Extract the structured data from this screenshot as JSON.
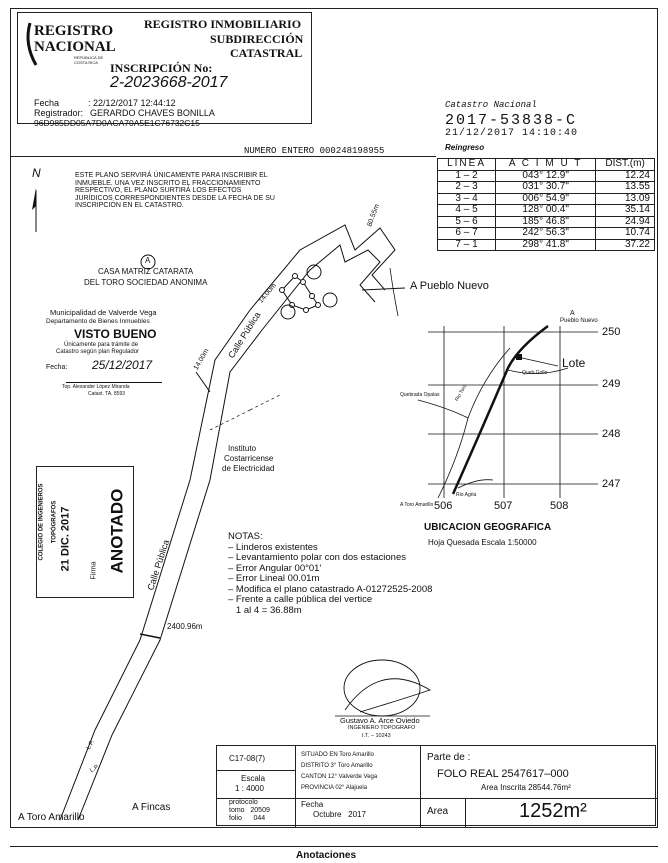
{
  "header": {
    "logo_top": "REGISTRO",
    "logo_bottom": "NACIONAL",
    "logo_sub1": "REPÚBLICA DE",
    "logo_sub2": "COSTA RICA",
    "registry_line1": "REGISTRO INMOBILIARIO",
    "registry_line2": "SUBDIRECCIÓN",
    "registry_line3": "CATASTRAL",
    "inscription_label": "INSCRIPCIÓN No:",
    "inscription_number": "2-2023668-2017",
    "date_label": "Fecha",
    "date_value": ": 22/12/2017 12:44:12",
    "registrar_label": "Registrador:",
    "registrar_value": "GERARDO CHAVES BONILLA",
    "hash": "96D985DD05A7D0ACA70A5E1C76732C15"
  },
  "catastro": {
    "label": "Catastro Nacional",
    "number": "2017-53838-C",
    "timestamp": "21/12/2017 14:10:40",
    "status": "Reingreso"
  },
  "numero_entero": "NUMERO ENTERO 000248198955",
  "notice": [
    "ESTE PLANO SERVIRÁ ÚNICAMENTE PARA INSCRIBIR EL",
    "INMUEBLE. UNA VEZ INSCRITO EL FRACCIONAMIENTO",
    "RESPECTIVO, EL PLANO SURTIRÁ LOS EFECTOS",
    "JURÍDICOS CORRESPONDIENTES DESDE LA FECHA DE SU",
    "INSCRIPCIÓN EN EL CATASTRO."
  ],
  "coords_table": {
    "headers": [
      "LINEA",
      "A C I M U T",
      "DIST.(m)"
    ],
    "rows": [
      [
        "1 – 2",
        "043°  12.9\"",
        "12.24"
      ],
      [
        "2 – 3",
        "031°  30.7\"",
        "13.55"
      ],
      [
        "3 – 4",
        "006°  54.9\"",
        "13.09"
      ],
      [
        "4 – 5",
        "128°  00.4\"",
        "35.14"
      ],
      [
        "5 – 6",
        "185°  46.8\"",
        "24.94"
      ],
      [
        "6 – 7",
        "242°  56.3\"",
        "10.74"
      ],
      [
        "7 – 1",
        "298°  41.8\"",
        "37.22"
      ]
    ]
  },
  "map_labels": {
    "north": "N",
    "owner_line1": "CASA MATRIZ CATARATA",
    "owner_line2": "DEL TORO SOCIEDAD ANONIMA",
    "owner_marker": "A",
    "instituto_line1": "Instituto",
    "instituto_line2": "Costarricense",
    "instituto_line3": "de Electricidad",
    "calle_publica": "Calle Pública",
    "calle_publica_lower": "Calle Pública",
    "dist_upper": "14.00m",
    "dist_road": "14.00m",
    "dist_long": "2400.96m",
    "dist_east": "80.55m",
    "pueblo_nuevo": "A  Pueblo  Nuevo",
    "toro_amarillo": "A  Toro  Amarillo",
    "fincas": "A  Fincas",
    "lp1": "L.P.",
    "lp2": "L.P."
  },
  "muni_stamp": {
    "line1": "Municipalidad de Valverde Vega",
    "line2": "Departamento de Bienes Inmuebles",
    "title": "VISTO BUENO",
    "line3": "Únicamente para trámite de",
    "line4": "Catastro según plan Regulador",
    "fecha_label": "Fecha:",
    "fecha_value": "25/12/2017",
    "signer": "Top. Alexander López Miranda",
    "code": "Catast. TA. 8593"
  },
  "colegio_stamp": {
    "line1": "COLEGIO DE INGENIEROS",
    "line2": "TOPÓGRAFOS",
    "date": "21 DIC. 2017",
    "anotado": "ANOTADO",
    "firma": "Firma"
  },
  "location_map": {
    "top_label": "A",
    "top_label2": "Pueblo Nuevo",
    "y_labels": [
      "250",
      "249",
      "248",
      "247"
    ],
    "x_labels": [
      "506",
      "507",
      "508"
    ],
    "lote": "Lote",
    "queb_gollo": "Queb.Gollo",
    "quebrada_opalas": "Quebrada Opalas",
    "rio_toro": "Rio Toro",
    "rio_agria": "Rio Agria",
    "toro_amarillo": "A Toro Amarillo",
    "title": "UBICACION GEOGRAFICA",
    "subtitle": "Hoja Quesada Escala 1:50000"
  },
  "notes": {
    "title": "NOTAS:",
    "items": [
      "– Linderos existentes",
      "– Levantamiento polar con dos estaciones",
      "– Error Angular 00°01'",
      "– Error Lineal 00.01m",
      "– Modifica el plano catastrado A-01272525-2008",
      "– Frente a calle pública del vertice",
      "   1 al 4 = 36.88m"
    ]
  },
  "surveyor": {
    "name": "Gustavo A. Arce Oviedo",
    "title": "INGENIERO TOPOGRAFO",
    "code": "I.T. – 10243"
  },
  "title_block": {
    "code": "C17-08(7)",
    "scale_label": "Escala",
    "scale_value": "1 : 4000",
    "protocolo_label": "protocolo",
    "tomo": "tomo   20509",
    "folio": "folio      044",
    "situado": "SITUADO  EN  Toro Amarillo",
    "distrito": "DISTRITO  3°  Toro Amarillo",
    "canton": "CANTON  12°  Valverde  Vega",
    "provincia": "PROVINCIA  02°   Alajuela",
    "fecha_label": "Fecha",
    "fecha_value": "Octubre   2017",
    "parte_de": "Parte de :",
    "folio_real": "FOLO REAL  2547617–000",
    "area_inscrita": "Area  Inscrita  28544.76m²",
    "area_label": "Area",
    "area_value": "1252m²"
  },
  "footer": "Anotaciones"
}
